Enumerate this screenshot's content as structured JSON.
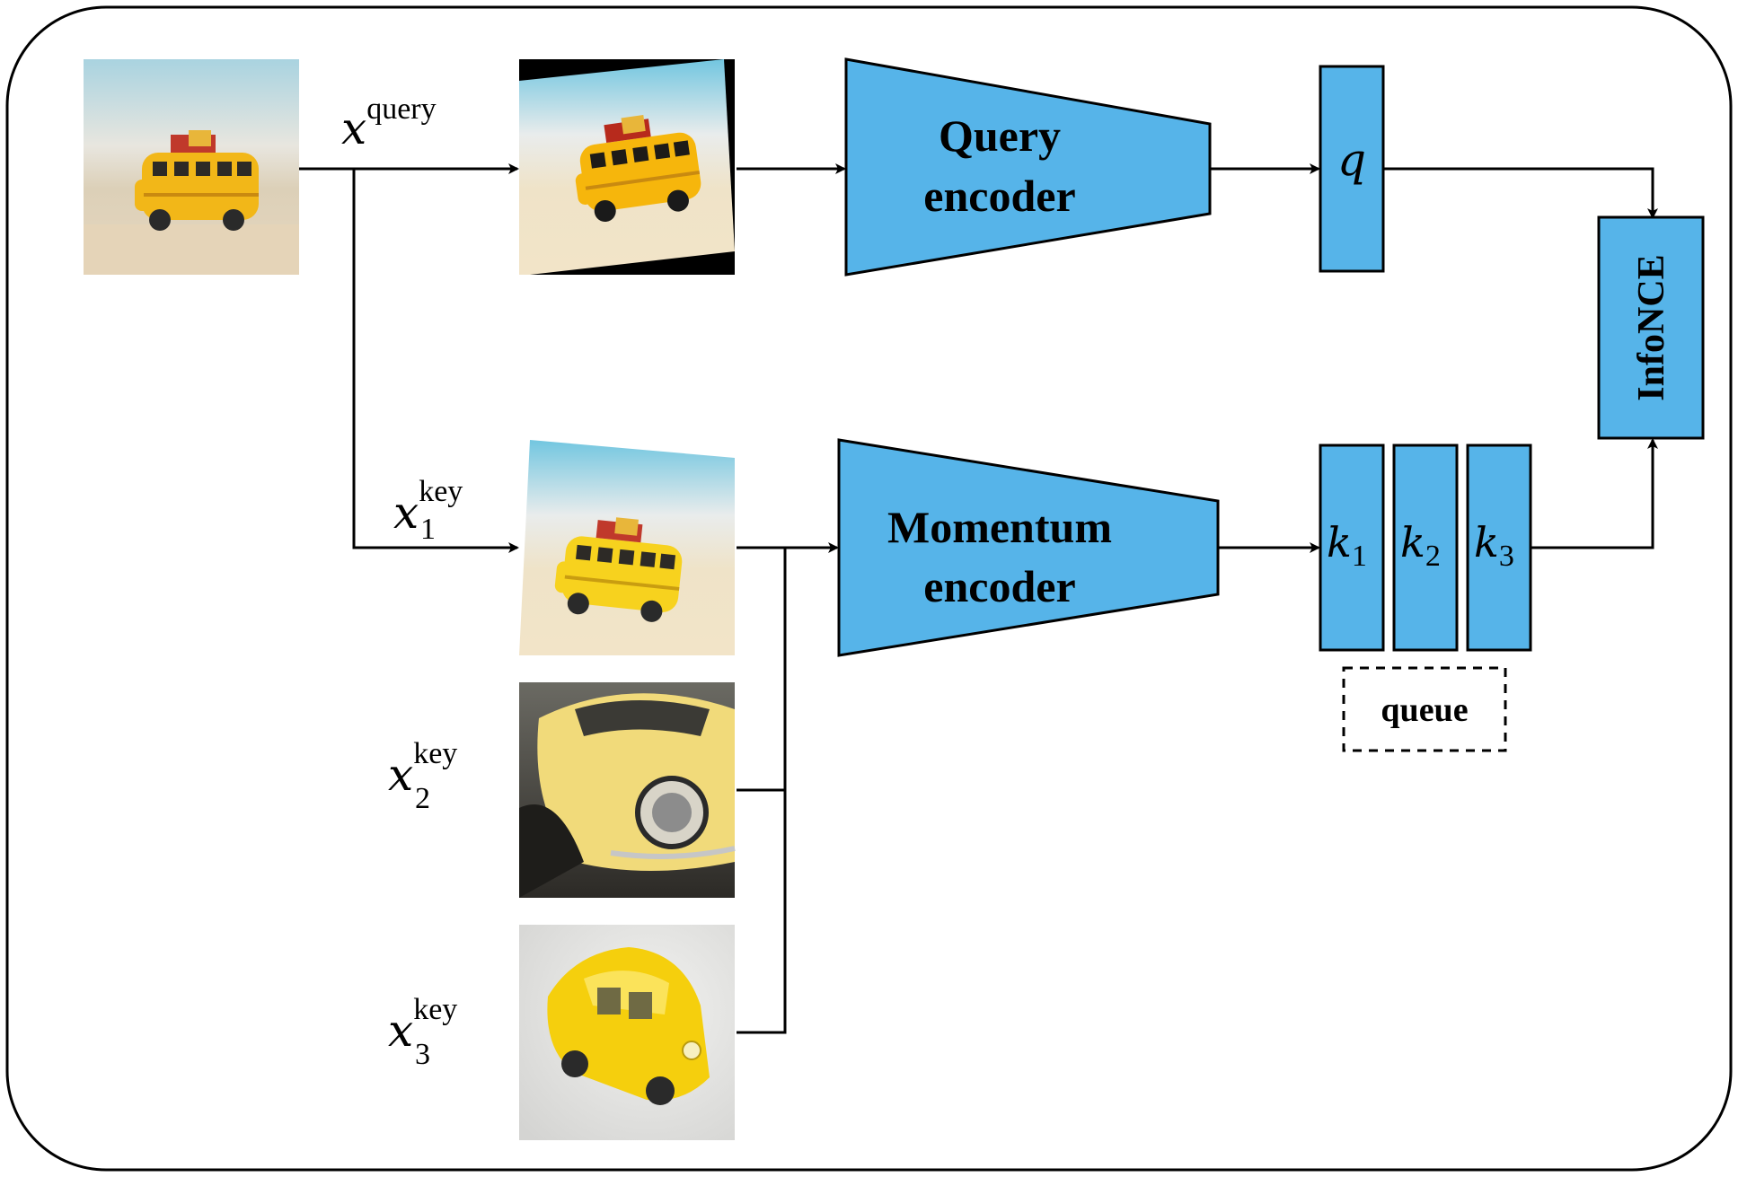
{
  "labels": {
    "query_encoder_line1": "Query",
    "query_encoder_line2": "encoder",
    "momentum_encoder_line1": "Momentum",
    "momentum_encoder_line2": "encoder",
    "q": "q",
    "k": "k",
    "k1_sub": "1",
    "k2_sub": "2",
    "k3_sub": "3",
    "infonce": "InfoNCE",
    "queue": "queue",
    "x": "x",
    "query_sup": "query",
    "key_sup": "key",
    "x1_sub": "1",
    "x2_sub": "2",
    "x3_sub": "3"
  },
  "colors": {
    "box_fill": "#56b4e9",
    "stroke": "#000000"
  },
  "icons": {
    "original": "toy-bus-photo",
    "query_aug": "toy-bus-augmented-photo",
    "key1": "toy-bus-key-photo",
    "key2": "yellow-beetle-photo",
    "key3": "yellow-toy-car-photo"
  }
}
